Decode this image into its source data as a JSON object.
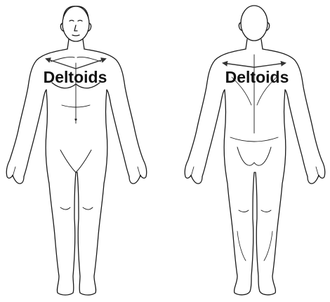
{
  "diagram": {
    "views": [
      {
        "view": "front",
        "label": "Deltoids"
      },
      {
        "view": "back",
        "label": "Deltoids"
      }
    ],
    "colors": {
      "outline": "#1a1a1a",
      "label": "#111111",
      "arrow": "#333333",
      "background": "#ffffff"
    }
  }
}
